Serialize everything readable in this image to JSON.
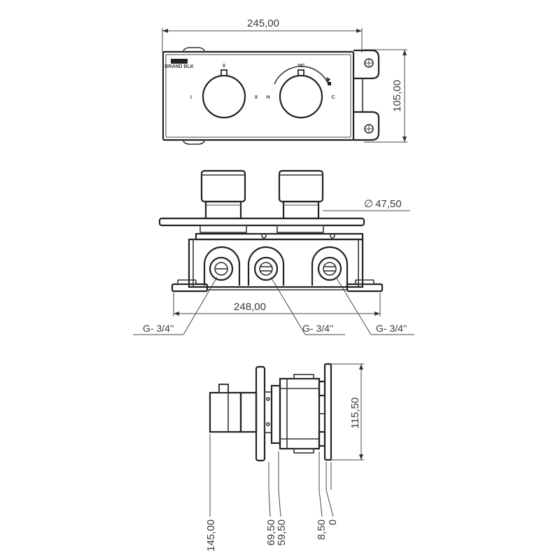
{
  "dimensions": {
    "front_width": "245,00",
    "front_height": "105,00",
    "knob_diameter": "47,50",
    "body_width": "248,00",
    "side_height": "115,50",
    "depth_total": "145,00",
    "depth_a": "69,50",
    "depth_b": "59,50",
    "depth_c": "8,50",
    "depth_zero": "0"
  },
  "connections": [
    "G- 3/4''",
    "G- 3/4''",
    "G- 3/4''"
  ],
  "front_marks": {
    "left_knob_top": "0",
    "left_knob_left": "I",
    "left_knob_right": "II",
    "right_knob_angle": "38°",
    "right_knob_hot": "H",
    "right_knob_cold": "C",
    "logo": "BRAND BLK"
  },
  "icons": {
    "diameter": "diameter-symbol-icon"
  }
}
